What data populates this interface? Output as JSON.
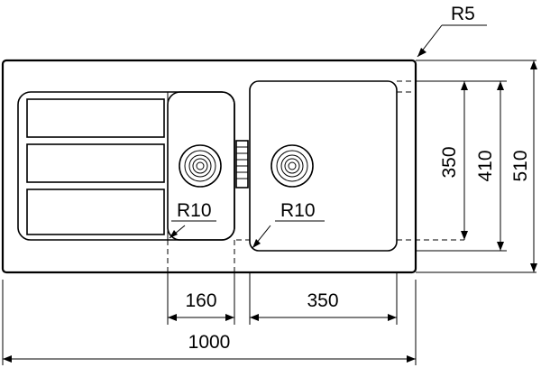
{
  "labels": {
    "corner_radius": "R5",
    "drain_radius_left": "R10",
    "drain_radius_right": "R10",
    "width_small_bowl": "160",
    "width_large_bowl": "350",
    "width_total": "1000",
    "height_bowl_inner": "350",
    "height_bowl_outer": "410",
    "height_total": "510"
  }
}
